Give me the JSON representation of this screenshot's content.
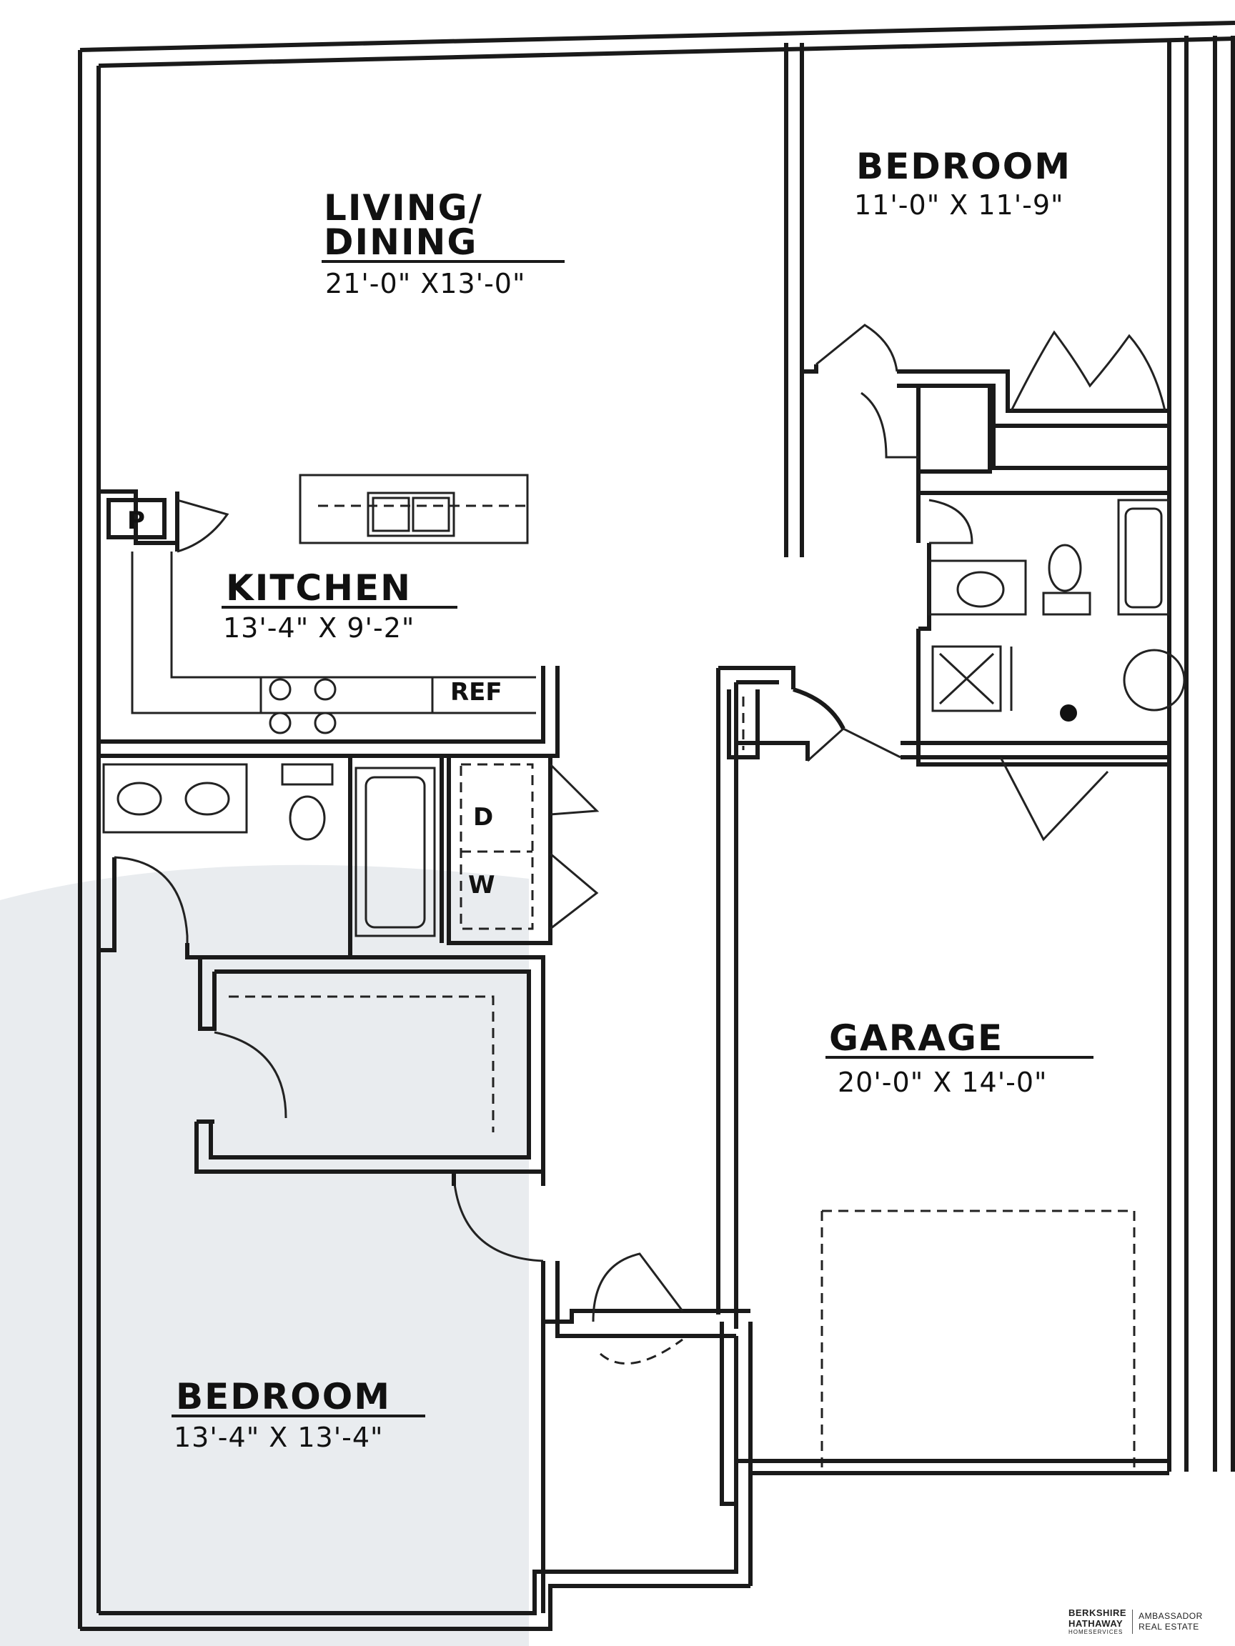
{
  "rooms": {
    "living_dining": {
      "name_line1": "LIVING/",
      "name_line2": "DINING",
      "dims": "21'-0\" X13'-0\""
    },
    "bedroom_upper": {
      "name": "BEDROOM",
      "dims": "11'-0\" X 11'-9\""
    },
    "kitchen": {
      "name": "KITCHEN",
      "dims": "13'-4\" X 9'-2\""
    },
    "garage": {
      "name": "GARAGE",
      "dims": "20'-0\" X 14'-0\""
    },
    "bedroom_lower": {
      "name": "BEDROOM",
      "dims": "13'-4\" X 13'-4\""
    }
  },
  "labels": {
    "pantry": "P",
    "refrigerator": "REF",
    "dryer": "D",
    "washer": "W"
  },
  "brand": {
    "line1": "BERKSHIRE",
    "line2": "HATHAWAY",
    "line3": "HOMESERVICES",
    "agency_line1": "AMBASSADOR",
    "agency_line2": "REAL ESTATE"
  },
  "colors": {
    "line": "#1a1a1a",
    "paper": "#ffffff",
    "shadow": "#e9ecef"
  }
}
